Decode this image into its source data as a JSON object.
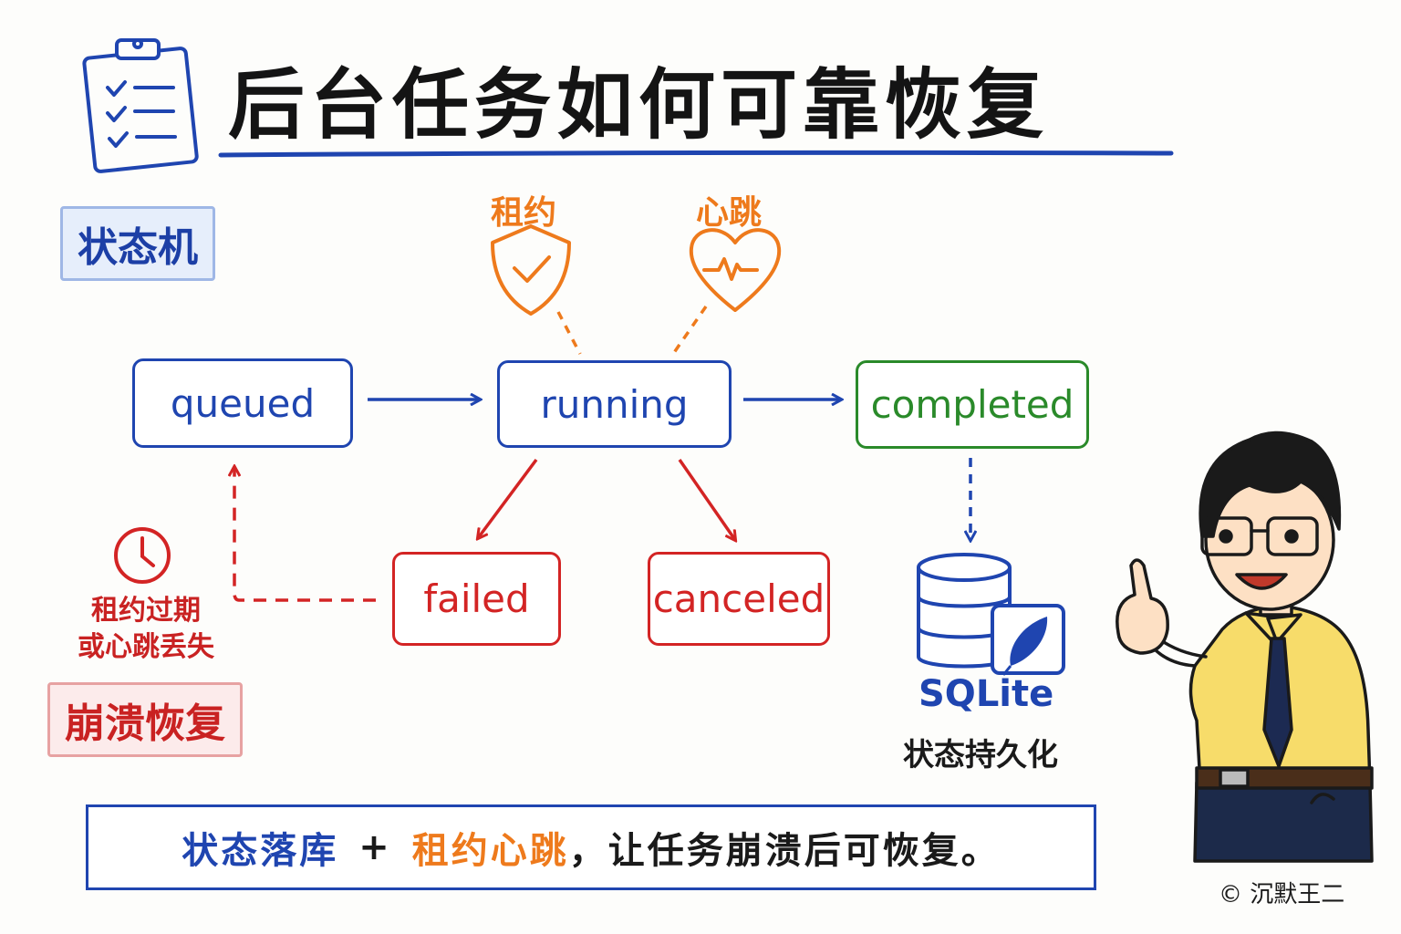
{
  "title": "后台任务如何可靠恢复",
  "tags": {
    "state_machine": "状态机",
    "crash_recovery": "崩溃恢复"
  },
  "states": {
    "queued": "queued",
    "running": "running",
    "completed": "completed",
    "failed": "failed",
    "canceled": "canceled"
  },
  "mechanisms": {
    "lease": "租约",
    "heartbeat": "心跳"
  },
  "crash_note": {
    "line1": "租约过期",
    "line2": "或心跳丢失"
  },
  "storage": {
    "name": "SQLite",
    "caption": "状态持久化"
  },
  "summary": {
    "part_a": "状态落库",
    "plus": "+",
    "part_b": "租约心跳",
    "part_c": "，让任务崩溃后可恢复。"
  },
  "credit": "© 沉默王二",
  "icons": [
    "clipboard-checklist-icon",
    "shield-check-icon",
    "heart-pulse-icon",
    "clock-icon",
    "database-icon",
    "feather-icon"
  ],
  "colors": {
    "blue": "#1f45b0",
    "green": "#2a8a2a",
    "red": "#d32424",
    "orange": "#ee7a1c"
  }
}
